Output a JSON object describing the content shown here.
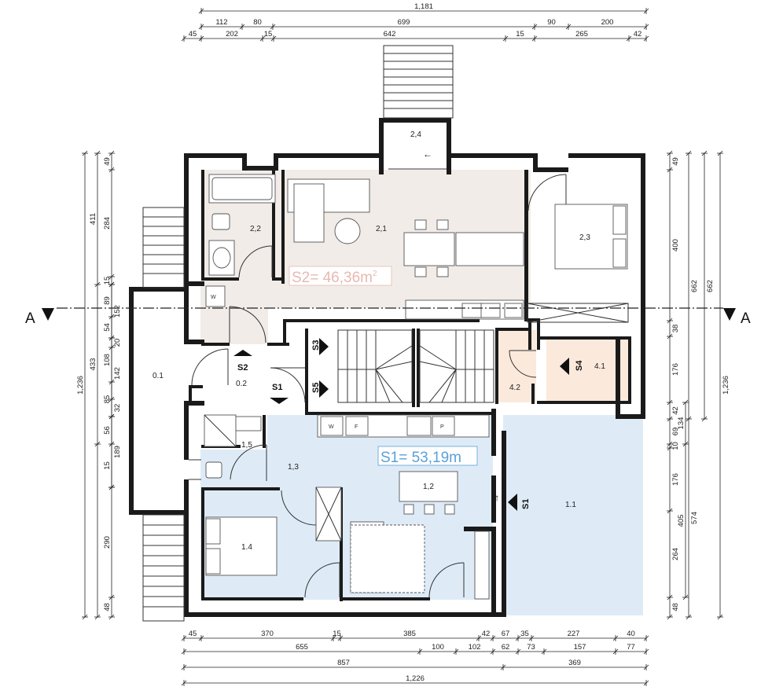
{
  "section": {
    "label": "A"
  },
  "areas": {
    "s2": {
      "label": "S2= 46,36m",
      "sup": "2"
    },
    "s1": {
      "label": "S1= 53,19m"
    }
  },
  "rooms": {
    "r01": "0.1",
    "r02": "0.2",
    "r11": "1.1",
    "r12": "1,2",
    "r13": "1,3",
    "r14": "1.4",
    "r15": "1,5",
    "r21": "2,1",
    "r22": "2,2",
    "r23": "2,3",
    "r24": "2,4",
    "r41": "4.1",
    "r42": "4.2"
  },
  "stairs": {
    "s1": "S1",
    "s2": "S2",
    "s3": "S3",
    "s4": "S4",
    "s5": "S5"
  },
  "appliances": {
    "w": "W",
    "f": "F",
    "p": "P"
  },
  "dims": {
    "top1": [
      "1,181"
    ],
    "top2": [
      "112",
      "80",
      "699",
      "90",
      "200"
    ],
    "top3": [
      "45",
      "202",
      "15",
      "642",
      "15",
      "265",
      "42"
    ],
    "bot1": [
      "45",
      "370",
      "15",
      "385",
      "42",
      "67",
      "35",
      "227",
      "40"
    ],
    "bot2": [
      "655",
      "100",
      "102",
      "62",
      "73",
      "157",
      "77"
    ],
    "bot3": [
      "857",
      "369"
    ],
    "bot4": [
      "1,226"
    ],
    "leftA": [
      "1,236"
    ],
    "leftB": [
      "411",
      "433"
    ],
    "leftC": [
      "49",
      "284",
      "15",
      "89",
      "54",
      "108",
      "85",
      "56",
      "15",
      "290",
      "48"
    ],
    "leftD": [
      "152",
      "20",
      "142",
      "32",
      "189"
    ],
    "rightA": [
      "1,236"
    ],
    "rightB": [
      "662"
    ],
    "rightC": [
      "662",
      "574"
    ],
    "rightD": [
      "49",
      "400",
      "38",
      "176",
      "42",
      "69",
      "10",
      "176",
      "264",
      "48"
    ],
    "rightE": [
      "134",
      "405"
    ]
  },
  "colors": {
    "wall": "#1a1a1a",
    "s2_fill": "#f1ece8",
    "s1_fill": "#deebf7",
    "s4_fill": "#fbe9dc",
    "s2_text": "#e7b9b2",
    "s1_text": "#5aa1d8"
  }
}
